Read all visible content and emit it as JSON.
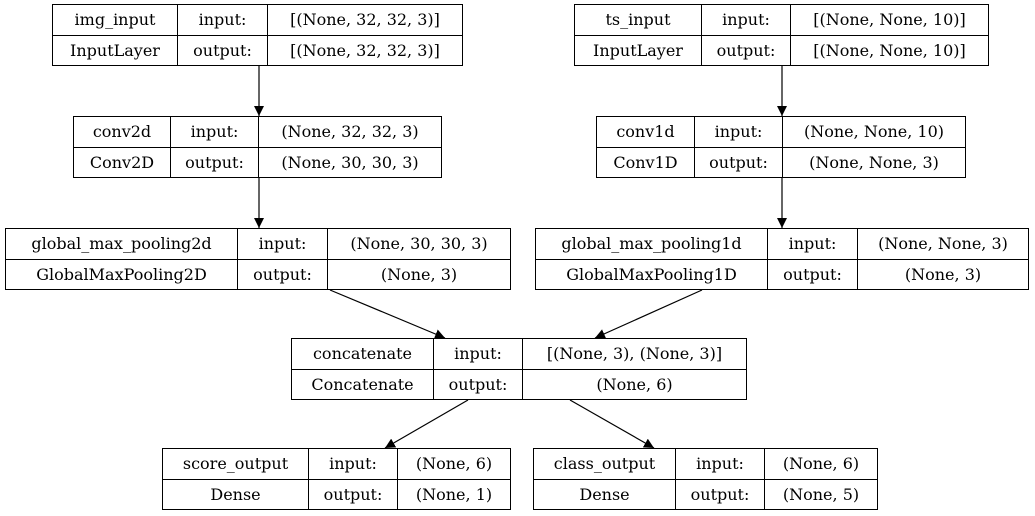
{
  "labels": {
    "input": "input:",
    "output": "output:"
  },
  "nodes": [
    {
      "id": "img_input",
      "name": "img_input",
      "type": "InputLayer",
      "input": "[(None, 32, 32, 3)]",
      "output": "[(None, 32, 32, 3)]"
    },
    {
      "id": "ts_input",
      "name": "ts_input",
      "type": "InputLayer",
      "input": "[(None, None, 10)]",
      "output": "[(None, None, 10)]"
    },
    {
      "id": "conv2d",
      "name": "conv2d",
      "type": "Conv2D",
      "input": "(None, 32, 32, 3)",
      "output": "(None, 30, 30, 3)"
    },
    {
      "id": "conv1d",
      "name": "conv1d",
      "type": "Conv1D",
      "input": "(None, None, 10)",
      "output": "(None, None, 3)"
    },
    {
      "id": "global_max_pooling2d",
      "name": "global_max_pooling2d",
      "type": "GlobalMaxPooling2D",
      "input": "(None, 30, 30, 3)",
      "output": "(None, 3)"
    },
    {
      "id": "global_max_pooling1d",
      "name": "global_max_pooling1d",
      "type": "GlobalMaxPooling1D",
      "input": "(None, None, 3)",
      "output": "(None, 3)"
    },
    {
      "id": "concatenate",
      "name": "concatenate",
      "type": "Concatenate",
      "input": "[(None, 3), (None, 3)]",
      "output": "(None, 6)"
    },
    {
      "id": "score_output",
      "name": "score_output",
      "type": "Dense",
      "input": "(None, 6)",
      "output": "(None, 1)"
    },
    {
      "id": "class_output",
      "name": "class_output",
      "type": "Dense",
      "input": "(None, 6)",
      "output": "(None, 5)"
    }
  ],
  "edges": [
    {
      "from": "img_input",
      "to": "conv2d"
    },
    {
      "from": "ts_input",
      "to": "conv1d"
    },
    {
      "from": "conv2d",
      "to": "global_max_pooling2d"
    },
    {
      "from": "conv1d",
      "to": "global_max_pooling1d"
    },
    {
      "from": "global_max_pooling2d",
      "to": "concatenate"
    },
    {
      "from": "global_max_pooling1d",
      "to": "concatenate"
    },
    {
      "from": "concatenate",
      "to": "score_output"
    },
    {
      "from": "concatenate",
      "to": "class_output"
    }
  ]
}
